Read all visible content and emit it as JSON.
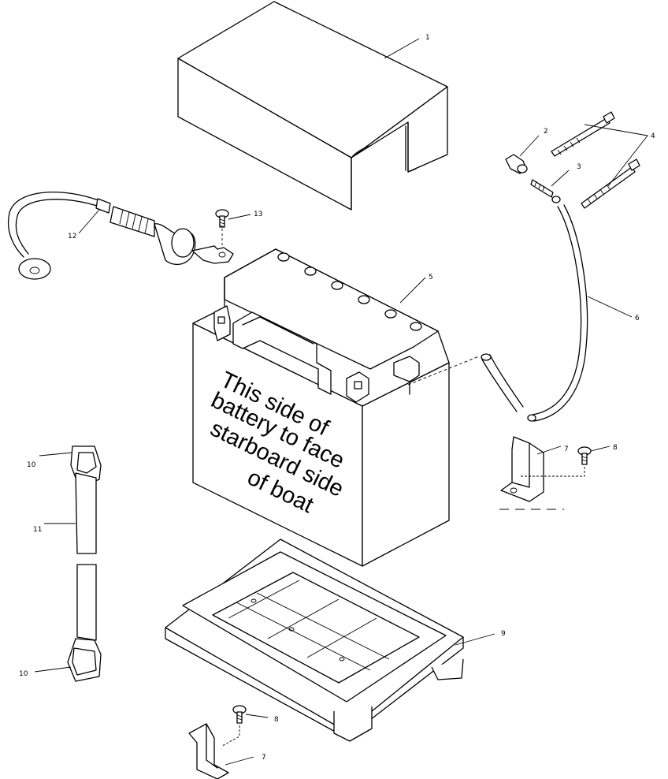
{
  "callouts": [
    {
      "id": "c1",
      "text": "1"
    },
    {
      "id": "c2",
      "text": "2"
    },
    {
      "id": "c3",
      "text": "3"
    },
    {
      "id": "c4",
      "text": "4"
    },
    {
      "id": "c5",
      "text": "5"
    },
    {
      "id": "c6",
      "text": "6"
    },
    {
      "id": "c7a",
      "text": "7"
    },
    {
      "id": "c8a",
      "text": "8"
    },
    {
      "id": "c9",
      "text": "9"
    },
    {
      "id": "c10a",
      "text": "10"
    },
    {
      "id": "c11",
      "text": "11"
    },
    {
      "id": "c10b",
      "text": "10"
    },
    {
      "id": "c12",
      "text": "12"
    },
    {
      "id": "c13",
      "text": "13"
    },
    {
      "id": "c8b",
      "text": "8"
    },
    {
      "id": "c7b",
      "text": "7"
    }
  ],
  "battery_label": {
    "lines": [
      "This side of",
      "battery to face",
      "starboard side",
      "of boat"
    ]
  }
}
